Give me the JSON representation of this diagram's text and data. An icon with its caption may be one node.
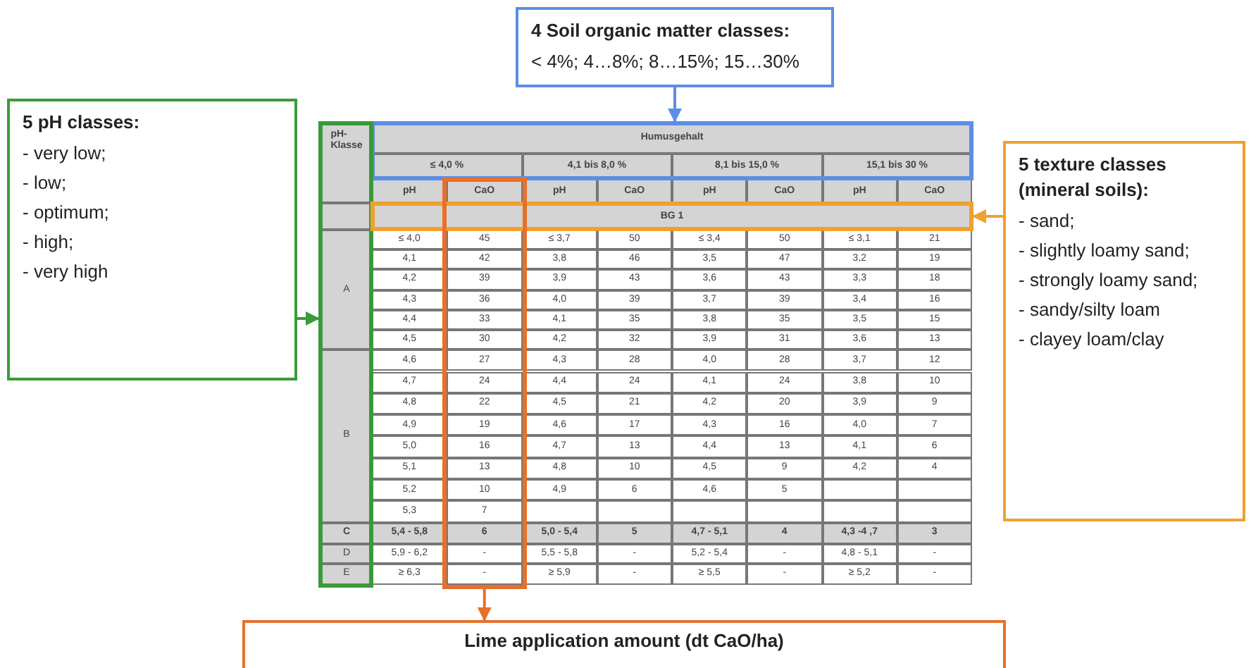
{
  "diagram": {
    "nodes": [
      {
        "text": [
          "4 Soil organic matter classes:",
          "< 4%; 4…8%; 8…15%; 15…30%"
        ]
      },
      {
        "text": [
          "5 pH classes:",
          "- very low;",
          "- low;",
          "- optimum;",
          "- high;",
          "- very high"
        ]
      },
      {
        "text": [],
        "shape": "box"
      },
      {
        "text": [],
        "shape": "box"
      },
      {
        "text": [],
        "shape": "box"
      },
      {
        "text": [],
        "shape": "box"
      },
      {
        "text": [
          "5 texture classes (mineral soils):",
          "- sand;",
          "- slightly loamy sand;",
          "- strongly loamy sand;",
          "- sandy/silty loam",
          "- clayey loam/clay"
        ]
      },
      {
        "text": [
          "Lime application amount (dt CaO/ha)"
        ]
      }
    ],
    "edges": [
      {
        "from": 0,
        "to": 2,
        "arrow": "to",
        "color": "#5b8ee6"
      },
      {
        "from": 1,
        "to": 3,
        "arrow": "to",
        "color": "#3a9a3a"
      },
      {
        "from": 6,
        "to": 4,
        "arrow": "to",
        "color": "#f0a030"
      },
      {
        "from": 5,
        "to": 7,
        "arrow": "to",
        "color": "#e8702a"
      }
    ],
    "labels": [
      "pH- Klasse",
      "Humusgehalt",
      "≤ 4,0 %",
      "4,1 bis 8,0 %",
      "8,1 bis 15,0 %",
      "15,1 bis 30 %",
      "pH",
      "CaO",
      "pH",
      "CaO",
      "pH",
      "CaO",
      "pH",
      "CaO",
      "BG 1",
      "A",
      "≤ 4,0",
      "45",
      "≤ 3,7",
      "50",
      "≤ 3,4",
      "50",
      "≤ 3,1",
      "21",
      "4,1",
      "42",
      "3,8",
      "46",
      "3,5",
      "47",
      "3,2",
      "19",
      "4,2",
      "39",
      "3,9",
      "43",
      "3,6",
      "43",
      "3,3",
      "18",
      "4,3",
      "36",
      "4,0",
      "39",
      "3,7",
      "39",
      "3,4",
      "16",
      "4,4",
      "33",
      "4,1",
      "35",
      "3,8",
      "35",
      "3,5",
      "15",
      "4,5",
      "30",
      "4,2",
      "32",
      "3,9",
      "31",
      "3,6",
      "13",
      "B",
      "4,6",
      "27",
      "4,3",
      "28",
      "4,0",
      "28",
      "3,7",
      "12",
      "4,7",
      "24",
      "4,4",
      "24",
      "4,1",
      "24",
      "3,8",
      "10",
      "4,8",
      "22",
      "4,5",
      "21",
      "4,2",
      "20",
      "3,9",
      "9",
      "4,9",
      "19",
      "4,6",
      "17",
      "4,3",
      "16",
      "4,0",
      "7",
      "5,0",
      "16",
      "4,7",
      "13",
      "4,4",
      "13",
      "4,1",
      "6",
      "5,1",
      "13",
      "4,8",
      "10",
      "4,5",
      "9",
      "4,2",
      "4",
      "5,2",
      "10",
      "4,9",
      "6",
      "4,6",
      "5",
      "5,3",
      "7",
      "C",
      "5,4 - 5,8",
      "6",
      "5,0 - 5,4",
      "5",
      "4,7 - 5,1",
      "4",
      "4,3 -4 ,7",
      "3",
      "D",
      "5,9 - 6,2",
      "-",
      "5,5 - 5,8",
      "-",
      "5,2 - 5,4",
      "-",
      "4,8 - 5,1",
      "-",
      "E",
      "≥ 6,3",
      "-",
      "≥ 5,9",
      "-",
      "≥ 5,5",
      "-",
      "≥ 5,2",
      "-"
    ]
  }
}
